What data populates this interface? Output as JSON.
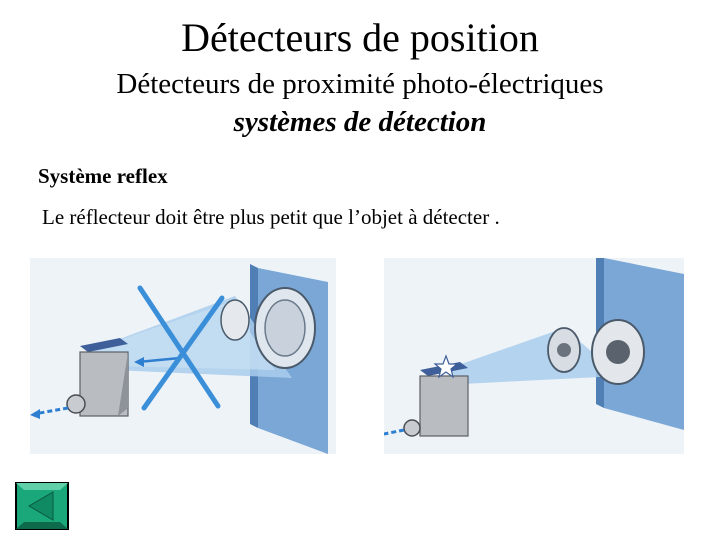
{
  "slide": {
    "title": "Détecteurs de position",
    "subtitle": "Détecteurs de proximité photo-électriques",
    "subtitle2": "systèmes de détection",
    "section_heading": "Système reflex",
    "body": "Le réflecteur doit être plus petit que l’objet à détecter ."
  },
  "illustrations": [
    {
      "name": "reflex-incorrect-large-reflector",
      "correct": false
    },
    {
      "name": "reflex-correct-small-reflector",
      "correct": true
    }
  ],
  "nav": {
    "icon": "back-arrow-icon",
    "color": "#1aa87a"
  },
  "colors": {
    "beam": "#9cc7ea",
    "wall": "#6f9fd0",
    "cross": "#3b8fd8"
  }
}
